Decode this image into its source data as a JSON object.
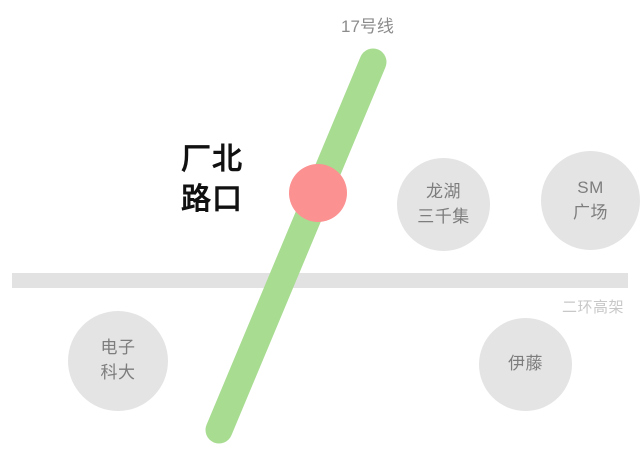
{
  "map": {
    "metro_line": {
      "label": "17号线",
      "color": "#a8dc91",
      "station_marker": {
        "name": "厂北路口",
        "name_line1": "厂北",
        "name_line2": "路口",
        "color": "#fc9191"
      }
    },
    "road": {
      "label": "二环高架",
      "color": "#e2e2e2"
    },
    "pois": [
      {
        "id": "longhu",
        "name": "龙湖三千集",
        "line1": "龙湖",
        "line2": "三千集"
      },
      {
        "id": "sm",
        "name": "SM广场",
        "line1": "SM",
        "line2": "广场"
      },
      {
        "id": "uestc",
        "name": "电子科大",
        "line1": "电子",
        "line2": "科大"
      },
      {
        "id": "ito",
        "name": "伊藤",
        "line1": "伊藤",
        "line2": ""
      }
    ],
    "colors": {
      "background": "#ffffff",
      "poi_fill": "#e4e4e4",
      "poi_text": "#7d7d7d",
      "road_fill": "#e2e2e2",
      "road_text": "#c8c8c8",
      "metro_fill": "#a8dc91",
      "metro_text": "#8c8c8c",
      "station_fill": "#fc9191",
      "station_text": "#111111"
    }
  }
}
